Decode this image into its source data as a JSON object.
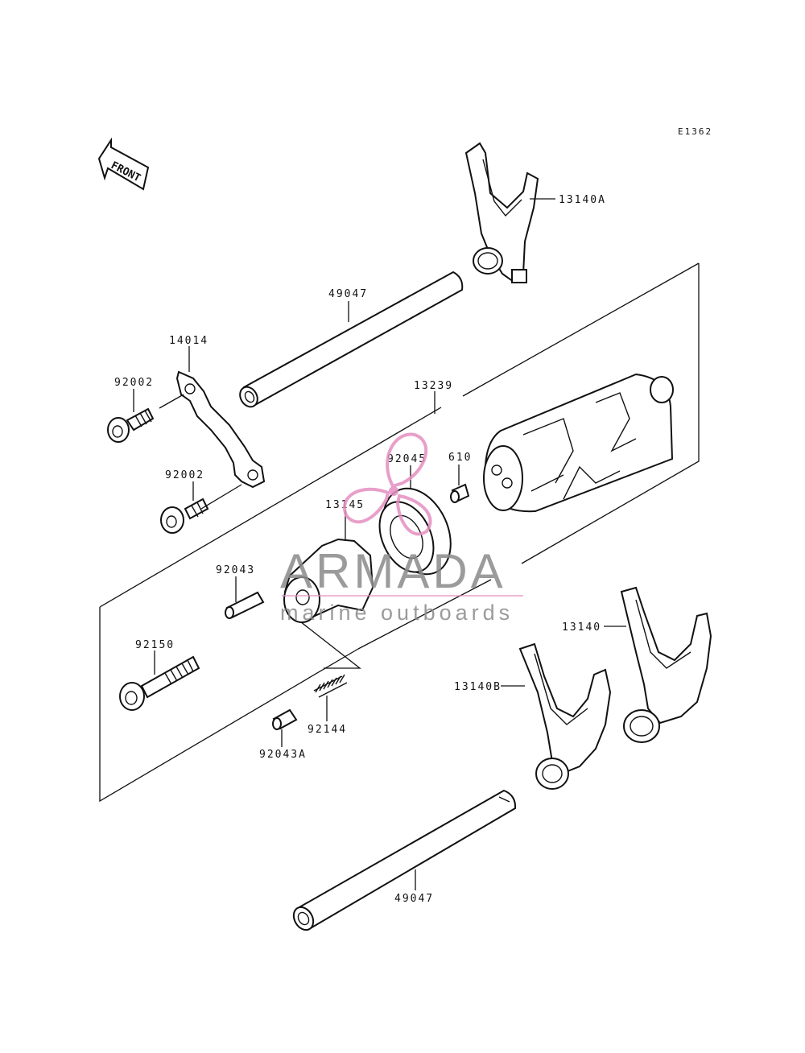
{
  "diagram": {
    "code": "E1362",
    "front_arrow": "FRONT",
    "colors": {
      "ink": "#111111",
      "watermark_text": "#8a8a8a",
      "watermark_logo": "#e48fc0",
      "background": "#ffffff"
    },
    "callouts": [
      {
        "id": "13140A",
        "label": "13140A"
      },
      {
        "id": "49047_top",
        "label": "49047"
      },
      {
        "id": "14014",
        "label": "14014"
      },
      {
        "id": "92002_top",
        "label": "92002"
      },
      {
        "id": "13239",
        "label": "13239"
      },
      {
        "id": "92002_bottom",
        "label": "92002"
      },
      {
        "id": "92045",
        "label": "92045"
      },
      {
        "id": "610",
        "label": "610"
      },
      {
        "id": "13145",
        "label": "13145"
      },
      {
        "id": "92043",
        "label": "92043"
      },
      {
        "id": "92150",
        "label": "92150"
      },
      {
        "id": "13140",
        "label": "13140"
      },
      {
        "id": "13140B",
        "label": "13140B"
      },
      {
        "id": "92144",
        "label": "92144"
      },
      {
        "id": "92043A",
        "label": "92043A"
      },
      {
        "id": "49047_bottom",
        "label": "49047"
      }
    ]
  },
  "watermark": {
    "brand": "ARMADA",
    "tagline": "marine outboards"
  }
}
